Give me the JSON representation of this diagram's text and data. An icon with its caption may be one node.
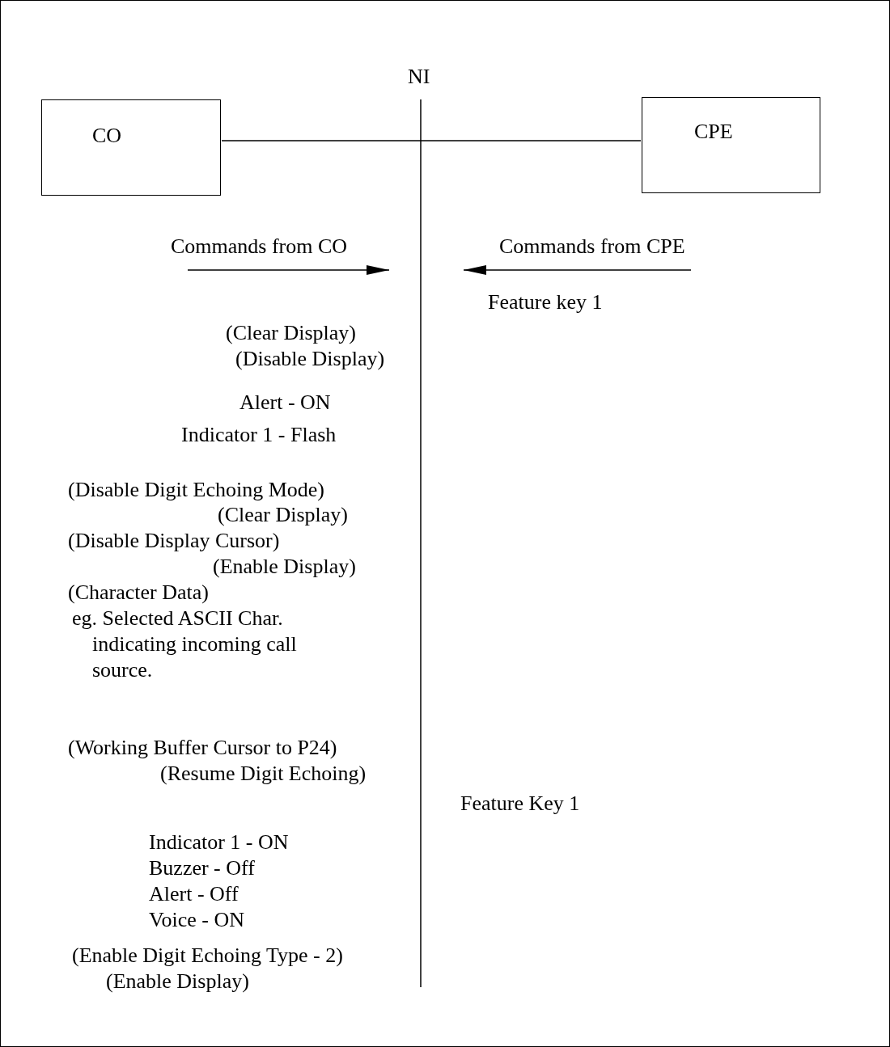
{
  "diagram": {
    "nodes": [
      {
        "text": [
          "CO"
        ]
      },
      {
        "text": [
          "CPE"
        ]
      }
    ],
    "edges": [
      {
        "from": 0,
        "to": 1,
        "arrow": "none"
      }
    ],
    "labels": [
      "NI",
      "Commands from CO",
      "Commands from CPE",
      "Feature key 1",
      "(Clear Display)",
      "(Disable Display)",
      "Alert - ON",
      "Indicator 1 - Flash",
      "(Disable Digit Echoing Mode)",
      "(Clear Display)",
      "(Disable Display Cursor)",
      "(Enable Display)",
      "(Character Data)",
      "eg. Selected ASCII Char. indicating incoming call source.",
      "(Working Buffer Cursor to P24)",
      "(Resume Digit Echoing)",
      "Feature Key 1",
      "Indicator 1 - ON",
      "Buzzer - Off",
      "Alert - Off",
      "Voice - ON",
      "(Enable Digit Echoing Type - 2)",
      "(Enable Display)"
    ]
  }
}
